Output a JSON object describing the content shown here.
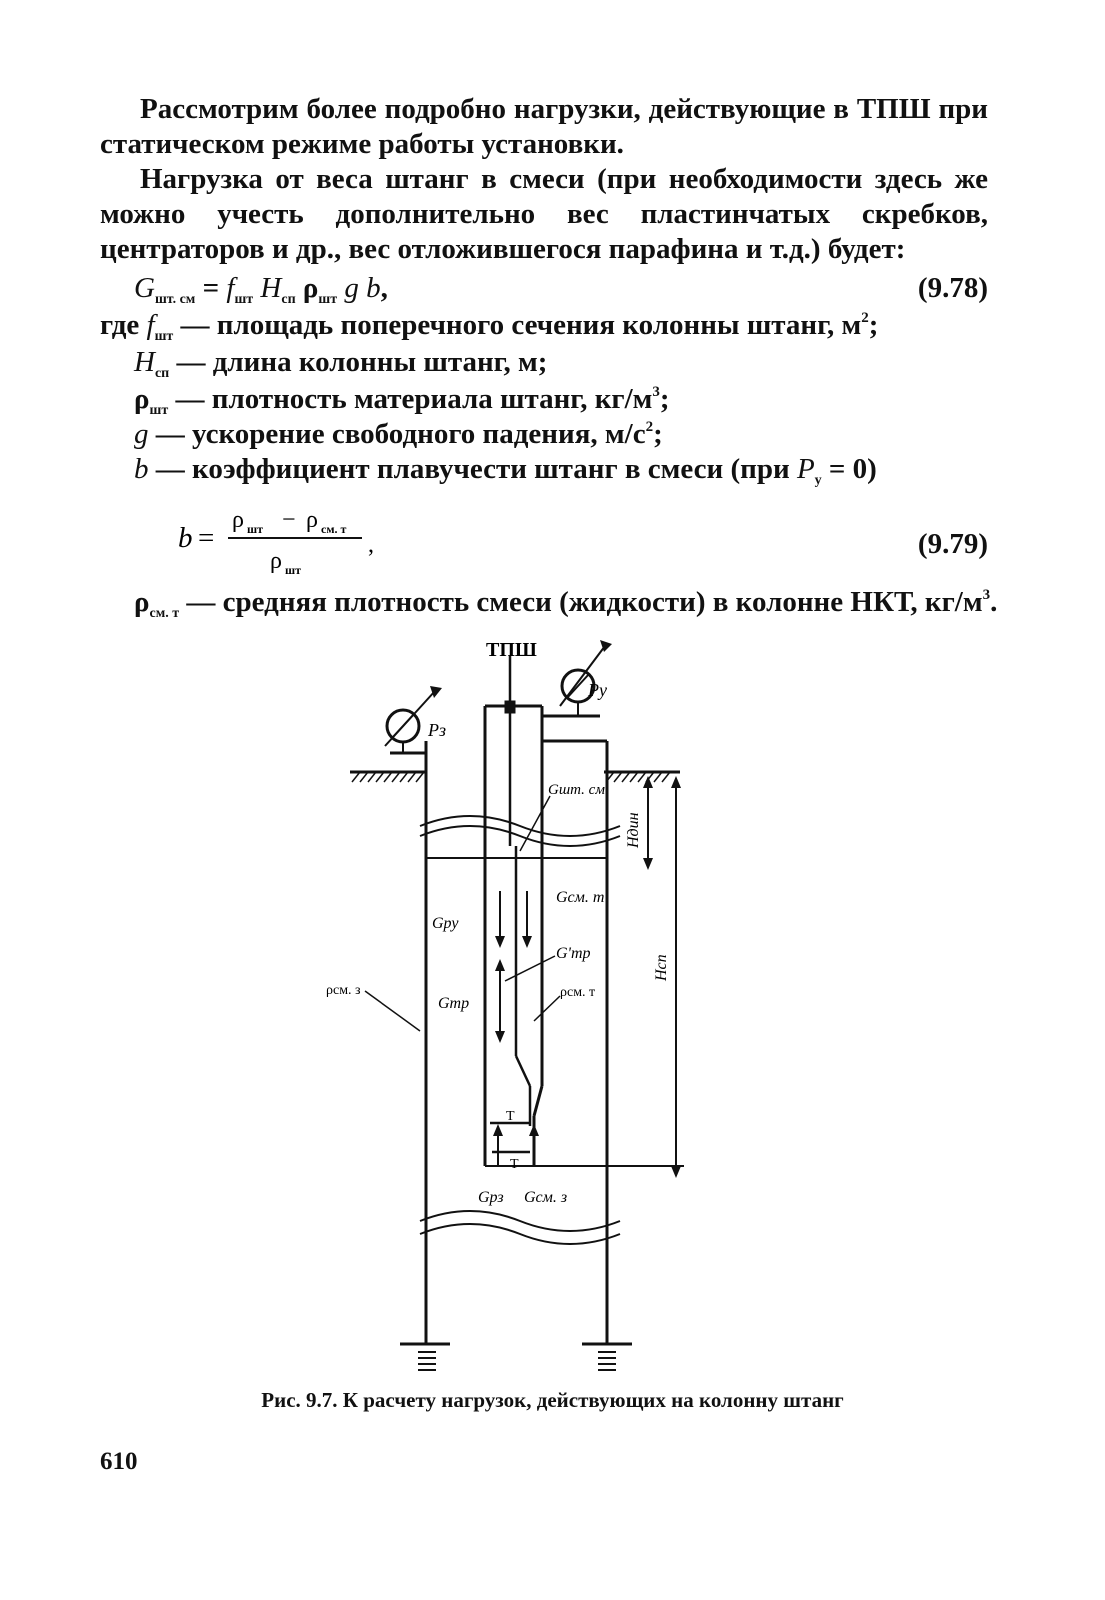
{
  "text": {
    "para1": "Рассмотрим более подробно нагрузки, действующие в ТПШ при статическом режиме работы установки.",
    "para2": "Нагрузка от веса штанг в смеси (при необходимости здесь же можно учесть дополнительно вес пластинчатых скребков, центраторов и др., вес отложившегося парафина и т.д.) будет:",
    "eq1_number": "(9.78)",
    "def_prefix": "где",
    "def_f": " — площадь поперечного сечения колонны штанг, м",
    "def_H": " — длина колонны штанг, м;",
    "def_rho": " — плотность материала штанг, кг/м",
    "def_g": " — ускорение свободного падения, м/с",
    "def_b": " — коэффициент плавучести штанг в смеси (при ",
    "def_b_end": " = 0)",
    "eq2_number": "(9.79)",
    "def_rho_mix": " — средняя плотность смеси (жидкости) в колонне НКТ, кг/м",
    "caption": "Рис. 9.7. К расчету нагрузок, действующих на колонну штанг",
    "page_number": "610"
  },
  "symbols": {
    "G": "G",
    "f": "f",
    "H": "H",
    "rho": "ρ",
    "g": "g",
    "b": "b",
    "P": "P",
    "sub_sht_sm": "шт. см",
    "sub_sht": "шт",
    "sub_sp": "сп",
    "sub_y": "y",
    "sub_sm_t": "см. т",
    "sup2": "2",
    "sup3": "3",
    "eq": "=",
    "minus": "−",
    "semicolon": ";",
    "comma": ",",
    "period": "."
  },
  "figure": {
    "label_tpsh": "ТПШ",
    "label_Py": "Py",
    "label_Pz": "Pз",
    "label_G_sht_sm": "Gшт. см",
    "label_H_din": "Hдин",
    "label_G_sm_t": "Gсм. т",
    "label_G_ru": "Gру",
    "label_G_tr_prime": "G'тр",
    "label_rho_sm_z": "ρсм. з",
    "label_G_tr": "Gтр",
    "label_rho_sm_t": "ρсм. т",
    "label_H_sp": "Hсп",
    "label_T1": "Т",
    "label_T2": "Т",
    "label_G_rz": "Gрз",
    "label_G_sm_z": "Gсм. з"
  }
}
